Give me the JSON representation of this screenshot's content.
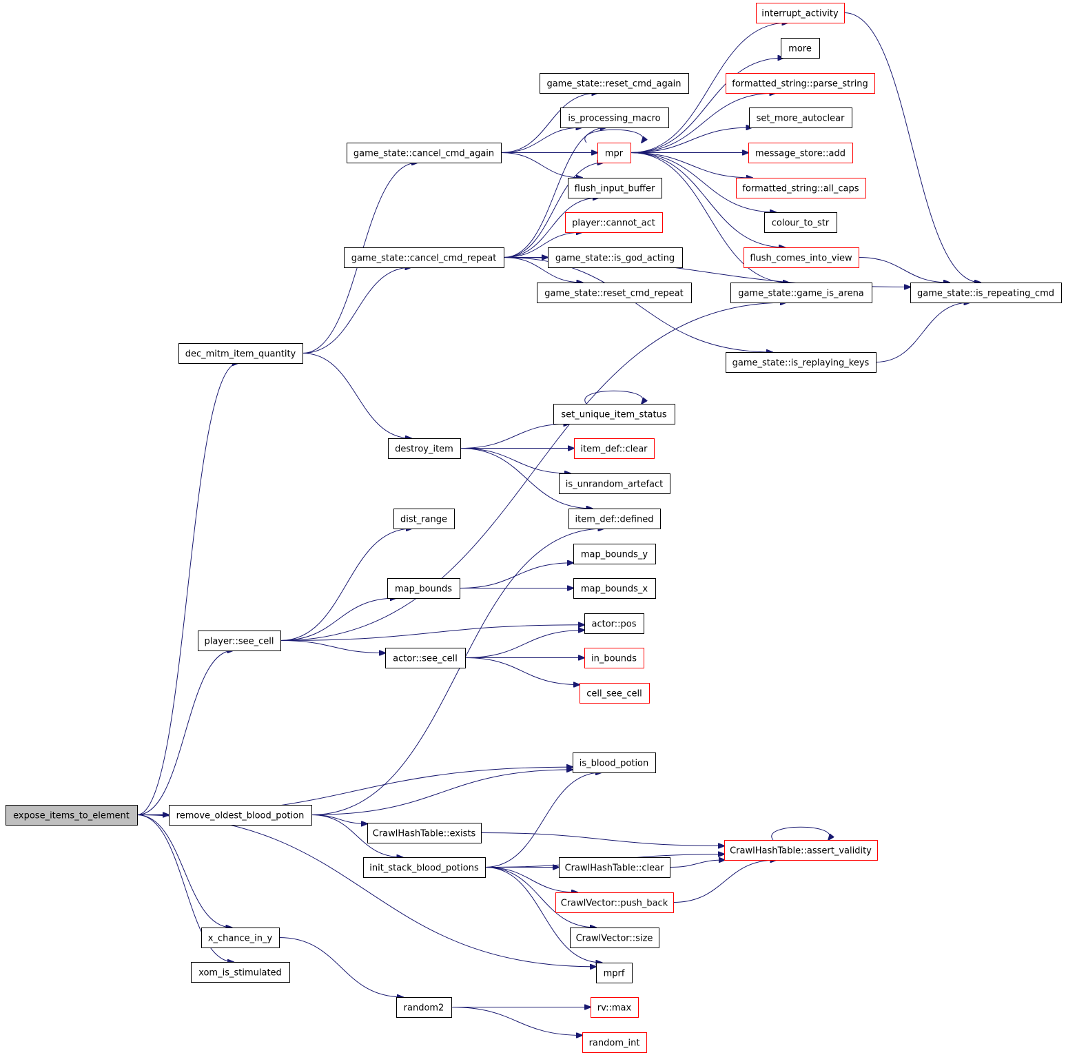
{
  "diagram": {
    "colors": {
      "edge": "#191970",
      "border_default": "#000000",
      "border_external": "#ff0000",
      "root_fill": "#bfbfbf"
    },
    "nodes": [
      {
        "id": "expose_items_to_element",
        "label": "expose_items_to_element",
        "style": "root"
      },
      {
        "id": "dec_mitm_item_quantity",
        "label": "dec_mitm_item_quantity",
        "style": "normal"
      },
      {
        "id": "player_see_cell",
        "label": "player::see_cell",
        "style": "normal"
      },
      {
        "id": "remove_oldest_blood_potion",
        "label": "remove_oldest_blood_potion",
        "style": "normal"
      },
      {
        "id": "x_chance_in_y",
        "label": "x_chance_in_y",
        "style": "normal"
      },
      {
        "id": "xom_is_stimulated",
        "label": "xom_is_stimulated",
        "style": "normal"
      },
      {
        "id": "gs_cancel_cmd_again",
        "label": "game_state::cancel_cmd_again",
        "style": "normal"
      },
      {
        "id": "gs_cancel_cmd_repeat",
        "label": "game_state::cancel_cmd_repeat",
        "style": "normal"
      },
      {
        "id": "destroy_item",
        "label": "destroy_item",
        "style": "normal"
      },
      {
        "id": "dist_range",
        "label": "dist_range",
        "style": "normal"
      },
      {
        "id": "map_bounds",
        "label": "map_bounds",
        "style": "normal"
      },
      {
        "id": "actor_see_cell",
        "label": "actor::see_cell",
        "style": "normal"
      },
      {
        "id": "init_stack_blood_potions",
        "label": "init_stack_blood_potions",
        "style": "normal"
      },
      {
        "id": "CrawlHashTable_exists",
        "label": "CrawlHashTable::exists",
        "style": "normal"
      },
      {
        "id": "random2",
        "label": "random2",
        "style": "normal"
      },
      {
        "id": "gs_reset_cmd_again",
        "label": "game_state::reset_cmd_again",
        "style": "normal"
      },
      {
        "id": "is_processing_macro",
        "label": "is_processing_macro",
        "style": "normal"
      },
      {
        "id": "mpr",
        "label": "mpr",
        "style": "external"
      },
      {
        "id": "flush_input_buffer",
        "label": "flush_input_buffer",
        "style": "normal"
      },
      {
        "id": "player_cannot_act",
        "label": "player::cannot_act",
        "style": "external"
      },
      {
        "id": "gs_is_god_acting",
        "label": "game_state::is_god_acting",
        "style": "normal"
      },
      {
        "id": "gs_reset_cmd_repeat",
        "label": "game_state::reset_cmd_repeat",
        "style": "normal"
      },
      {
        "id": "set_unique_item_status",
        "label": "set_unique_item_status",
        "style": "normal"
      },
      {
        "id": "item_def_clear",
        "label": "item_def::clear",
        "style": "external"
      },
      {
        "id": "is_unrandom_artefact",
        "label": "is_unrandom_artefact",
        "style": "normal"
      },
      {
        "id": "item_def_defined",
        "label": "item_def::defined",
        "style": "normal"
      },
      {
        "id": "map_bounds_y",
        "label": "map_bounds_y",
        "style": "normal"
      },
      {
        "id": "map_bounds_x",
        "label": "map_bounds_x",
        "style": "normal"
      },
      {
        "id": "actor_pos",
        "label": "actor::pos",
        "style": "normal"
      },
      {
        "id": "in_bounds",
        "label": "in_bounds",
        "style": "external"
      },
      {
        "id": "cell_see_cell",
        "label": "cell_see_cell",
        "style": "external"
      },
      {
        "id": "is_blood_potion",
        "label": "is_blood_potion",
        "style": "normal"
      },
      {
        "id": "CrawlHashTable_clear",
        "label": "CrawlHashTable::clear",
        "style": "normal"
      },
      {
        "id": "CrawlVector_push_back",
        "label": "CrawlVector::push_back",
        "style": "external"
      },
      {
        "id": "CrawlVector_size",
        "label": "CrawlVector::size",
        "style": "normal"
      },
      {
        "id": "mprf",
        "label": "mprf",
        "style": "normal"
      },
      {
        "id": "rv_max",
        "label": "rv::max",
        "style": "external"
      },
      {
        "id": "random_int",
        "label": "random_int",
        "style": "external"
      },
      {
        "id": "interrupt_activity",
        "label": "interrupt_activity",
        "style": "external"
      },
      {
        "id": "more",
        "label": "more",
        "style": "normal"
      },
      {
        "id": "fs_parse_string",
        "label": "formatted_string::parse_string",
        "style": "external"
      },
      {
        "id": "set_more_autoclear",
        "label": "set_more_autoclear",
        "style": "normal"
      },
      {
        "id": "message_store_add",
        "label": "message_store::add",
        "style": "external"
      },
      {
        "id": "fs_all_caps",
        "label": "formatted_string::all_caps",
        "style": "external"
      },
      {
        "id": "colour_to_str",
        "label": "colour_to_str",
        "style": "normal"
      },
      {
        "id": "flush_comes_into_view",
        "label": "flush_comes_into_view",
        "style": "external"
      },
      {
        "id": "gs_game_is_arena",
        "label": "game_state::game_is_arena",
        "style": "normal"
      },
      {
        "id": "gs_is_replaying_keys",
        "label": "game_state::is_replaying_keys",
        "style": "normal"
      },
      {
        "id": "CrawlHashTable_assert_validity",
        "label": "CrawlHashTable::assert_validity",
        "style": "external"
      },
      {
        "id": "gs_is_repeating_cmd",
        "label": "game_state::is_repeating_cmd",
        "style": "normal"
      }
    ],
    "edges": [
      [
        "expose_items_to_element",
        "dec_mitm_item_quantity"
      ],
      [
        "expose_items_to_element",
        "player_see_cell"
      ],
      [
        "expose_items_to_element",
        "remove_oldest_blood_potion"
      ],
      [
        "expose_items_to_element",
        "is_blood_potion"
      ],
      [
        "expose_items_to_element",
        "x_chance_in_y"
      ],
      [
        "expose_items_to_element",
        "xom_is_stimulated"
      ],
      [
        "expose_items_to_element",
        "mprf"
      ],
      [
        "dec_mitm_item_quantity",
        "gs_cancel_cmd_again"
      ],
      [
        "dec_mitm_item_quantity",
        "gs_cancel_cmd_repeat"
      ],
      [
        "dec_mitm_item_quantity",
        "destroy_item"
      ],
      [
        "gs_cancel_cmd_again",
        "gs_reset_cmd_again"
      ],
      [
        "gs_cancel_cmd_again",
        "is_processing_macro"
      ],
      [
        "gs_cancel_cmd_again",
        "mpr"
      ],
      [
        "gs_cancel_cmd_again",
        "flush_input_buffer"
      ],
      [
        "gs_cancel_cmd_repeat",
        "is_processing_macro"
      ],
      [
        "gs_cancel_cmd_repeat",
        "mpr"
      ],
      [
        "gs_cancel_cmd_repeat",
        "flush_input_buffer"
      ],
      [
        "gs_cancel_cmd_repeat",
        "player_cannot_act"
      ],
      [
        "gs_cancel_cmd_repeat",
        "gs_is_god_acting"
      ],
      [
        "gs_cancel_cmd_repeat",
        "gs_reset_cmd_repeat"
      ],
      [
        "gs_cancel_cmd_repeat",
        "gs_is_repeating_cmd"
      ],
      [
        "gs_cancel_cmd_repeat",
        "gs_is_replaying_keys"
      ],
      [
        "mpr",
        "interrupt_activity"
      ],
      [
        "mpr",
        "more"
      ],
      [
        "mpr",
        "fs_parse_string"
      ],
      [
        "mpr",
        "set_more_autoclear"
      ],
      [
        "mpr",
        "message_store_add"
      ],
      [
        "mpr",
        "fs_all_caps"
      ],
      [
        "mpr",
        "colour_to_str"
      ],
      [
        "mpr",
        "flush_comes_into_view"
      ],
      [
        "mpr",
        "gs_game_is_arena"
      ],
      [
        "mpr",
        "mpr"
      ],
      [
        "interrupt_activity",
        "gs_is_repeating_cmd"
      ],
      [
        "flush_comes_into_view",
        "gs_is_repeating_cmd"
      ],
      [
        "gs_is_replaying_keys",
        "gs_is_repeating_cmd"
      ],
      [
        "destroy_item",
        "set_unique_item_status"
      ],
      [
        "destroy_item",
        "item_def_clear"
      ],
      [
        "destroy_item",
        "is_unrandom_artefact"
      ],
      [
        "destroy_item",
        "item_def_defined"
      ],
      [
        "set_unique_item_status",
        "set_unique_item_status"
      ],
      [
        "player_see_cell",
        "dist_range"
      ],
      [
        "player_see_cell",
        "map_bounds"
      ],
      [
        "player_see_cell",
        "actor_pos"
      ],
      [
        "player_see_cell",
        "actor_see_cell"
      ],
      [
        "player_see_cell",
        "gs_game_is_arena"
      ],
      [
        "map_bounds",
        "map_bounds_y"
      ],
      [
        "map_bounds",
        "map_bounds_x"
      ],
      [
        "actor_see_cell",
        "actor_pos"
      ],
      [
        "actor_see_cell",
        "in_bounds"
      ],
      [
        "actor_see_cell",
        "cell_see_cell"
      ],
      [
        "remove_oldest_blood_potion",
        "item_def_defined"
      ],
      [
        "remove_oldest_blood_potion",
        "is_blood_potion"
      ],
      [
        "remove_oldest_blood_potion",
        "CrawlHashTable_exists"
      ],
      [
        "remove_oldest_blood_potion",
        "init_stack_blood_potions"
      ],
      [
        "CrawlHashTable_exists",
        "CrawlHashTable_assert_validity"
      ],
      [
        "init_stack_blood_potions",
        "is_blood_potion"
      ],
      [
        "init_stack_blood_potions",
        "CrawlHashTable_assert_validity"
      ],
      [
        "init_stack_blood_potions",
        "CrawlHashTable_clear"
      ],
      [
        "init_stack_blood_potions",
        "CrawlVector_push_back"
      ],
      [
        "init_stack_blood_potions",
        "CrawlVector_size"
      ],
      [
        "init_stack_blood_potions",
        "mprf"
      ],
      [
        "CrawlHashTable_clear",
        "CrawlHashTable_assert_validity"
      ],
      [
        "CrawlVector_push_back",
        "CrawlHashTable_assert_validity"
      ],
      [
        "CrawlHashTable_assert_validity",
        "CrawlHashTable_assert_validity"
      ],
      [
        "x_chance_in_y",
        "random2"
      ],
      [
        "random2",
        "rv_max"
      ],
      [
        "random2",
        "random_int"
      ]
    ]
  }
}
